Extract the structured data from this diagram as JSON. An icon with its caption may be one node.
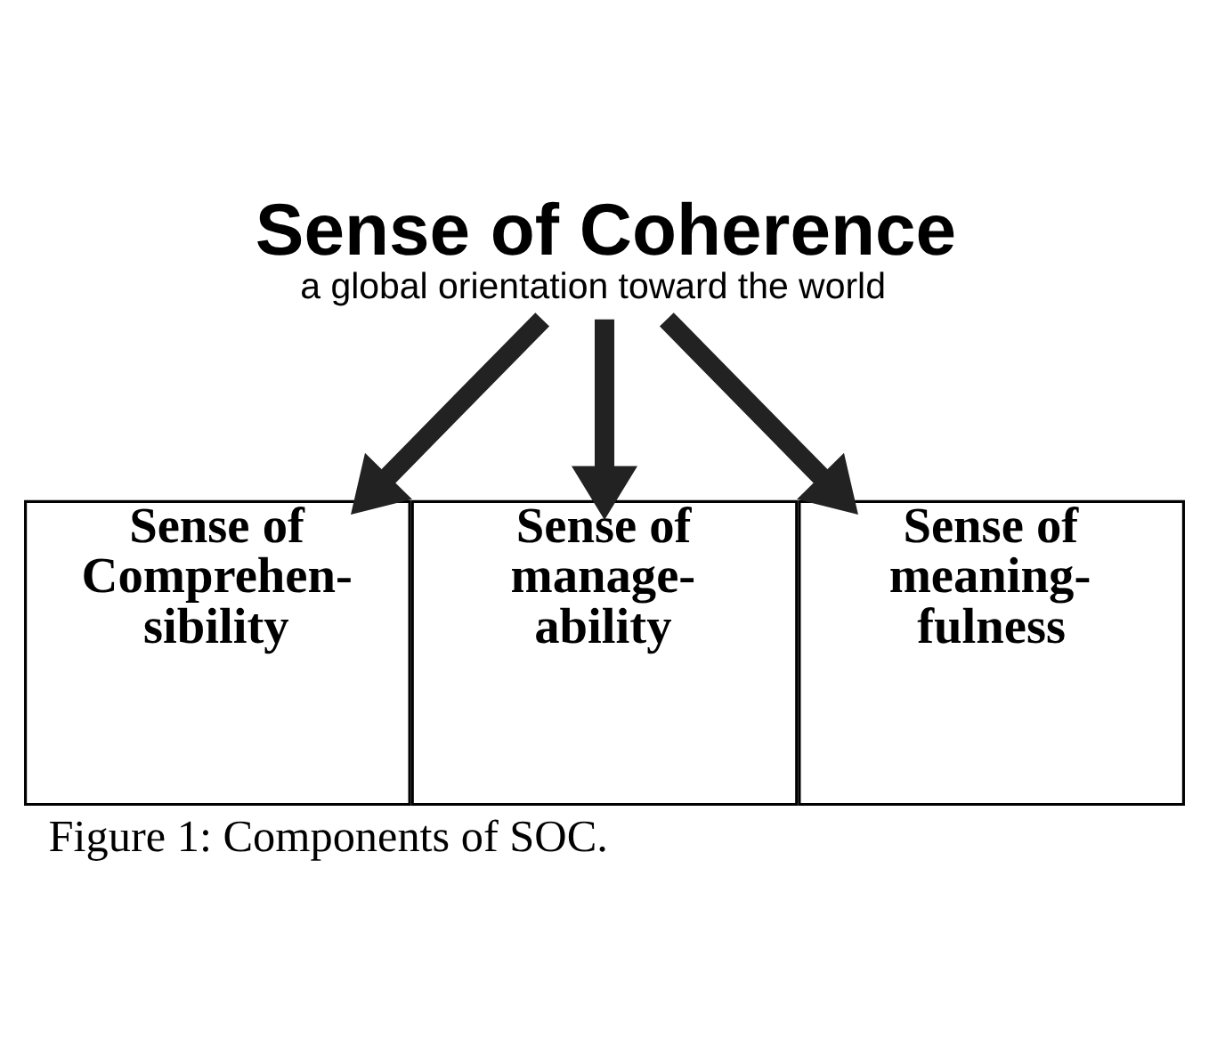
{
  "diagram": {
    "caption": "Figure 1: Components of SOC.",
    "nodes": [
      {
        "text": [
          "Sense of Coherence",
          "a global orientation toward the world"
        ]
      },
      {
        "text": [
          "Sense of Comprehen- sibility"
        ]
      },
      {
        "text": [
          "Sense of manage- ability"
        ]
      },
      {
        "text": [
          "Sense of meaning- fulness"
        ]
      }
    ],
    "edges": [
      {
        "from": 0,
        "to": 1,
        "arrow": "to"
      },
      {
        "from": 0,
        "to": 2,
        "arrow": "to"
      },
      {
        "from": 0,
        "to": 3,
        "arrow": "to"
      }
    ]
  }
}
